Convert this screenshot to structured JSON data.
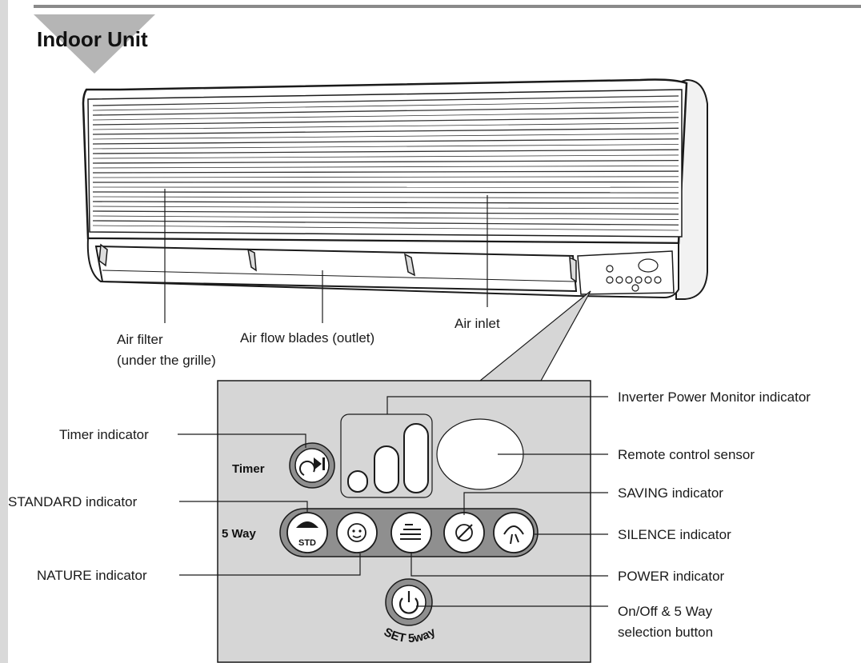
{
  "header": {
    "title": "Indoor Unit"
  },
  "unit_labels": {
    "air_filter_line1": "Air filter",
    "air_filter_line2": "(under the grille)",
    "air_flow_blades": "Air flow blades (outlet)",
    "air_inlet": "Air inlet"
  },
  "panel": {
    "timer_label": "Timer",
    "five_way_label": "5 Way",
    "std_text": "STD",
    "set_text": "SET 5way"
  },
  "callouts": {
    "timer": "Timer indicator",
    "standard": "STANDARD indicator",
    "nature": "NATURE indicator",
    "inverter": "Inverter Power Monitor indicator",
    "remote_sensor": "Remote control sensor",
    "saving": "SAVING indicator",
    "silence": "SILENCE indicator",
    "power": "POWER indicator",
    "onoff_line1": "On/Off & 5 Way",
    "onoff_line2": "selection button"
  },
  "icons": [
    "timer-icon",
    "std-icon",
    "nature-icon",
    "power-mode-icon",
    "saving-icon",
    "silence-icon",
    "power-button-icon"
  ]
}
